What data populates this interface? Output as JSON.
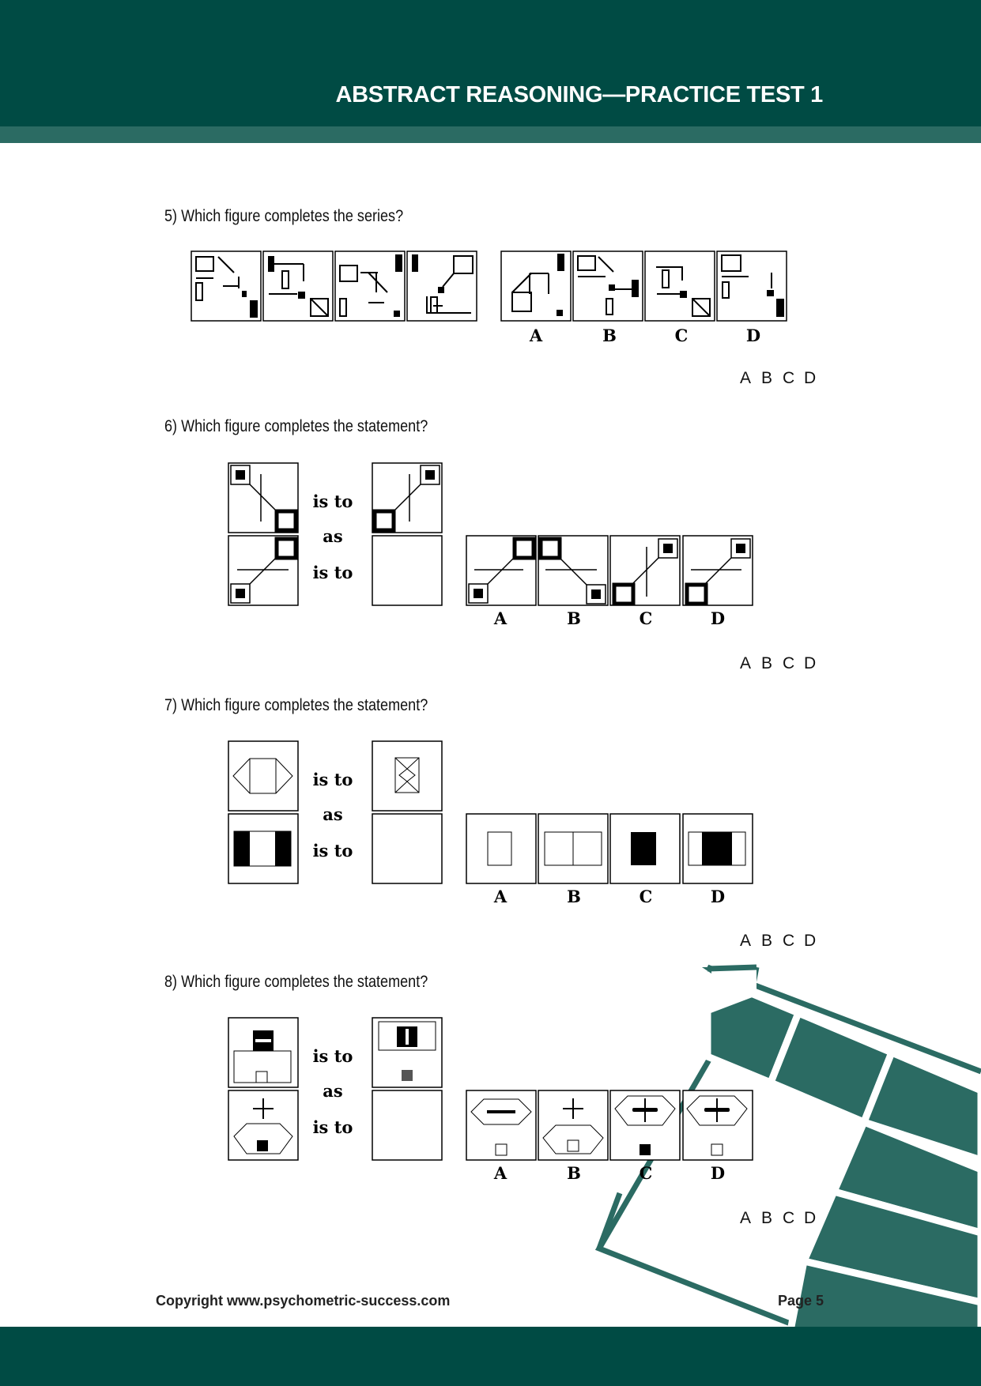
{
  "header": {
    "title": "ABSTRACT REASONING—PRACTICE TEST 1"
  },
  "questions": [
    {
      "number": "5",
      "text": "5) Which figure completes the series?",
      "options": [
        "A",
        "B",
        "C",
        "D"
      ],
      "answer_choices": [
        "A",
        "B",
        "C",
        "D"
      ]
    },
    {
      "number": "6",
      "text": "6) Which figure completes the statement?",
      "options": [
        "A",
        "B",
        "C",
        "D"
      ],
      "answer_choices": [
        "A",
        "B",
        "C",
        "D"
      ],
      "relation": [
        "is to",
        "as",
        "is to"
      ]
    },
    {
      "number": "7",
      "text": "7) Which figure completes the statement?",
      "options": [
        "A",
        "B",
        "C",
        "D"
      ],
      "answer_choices": [
        "A",
        "B",
        "C",
        "D"
      ],
      "relation": [
        "is to",
        "as",
        "is to"
      ]
    },
    {
      "number": "8",
      "text": "8) Which figure completes the statement?",
      "options": [
        "A",
        "B",
        "C",
        "D"
      ],
      "answer_choices": [
        "A",
        "B",
        "C",
        "D"
      ],
      "relation": [
        "is to",
        "as",
        "is to"
      ]
    }
  ],
  "footer": {
    "copyright": "Copyright www.psychometric-success.com",
    "page": "Page 5"
  },
  "colors": {
    "brand_dark": "#004b44",
    "brand_mid": "#2b6b63"
  }
}
